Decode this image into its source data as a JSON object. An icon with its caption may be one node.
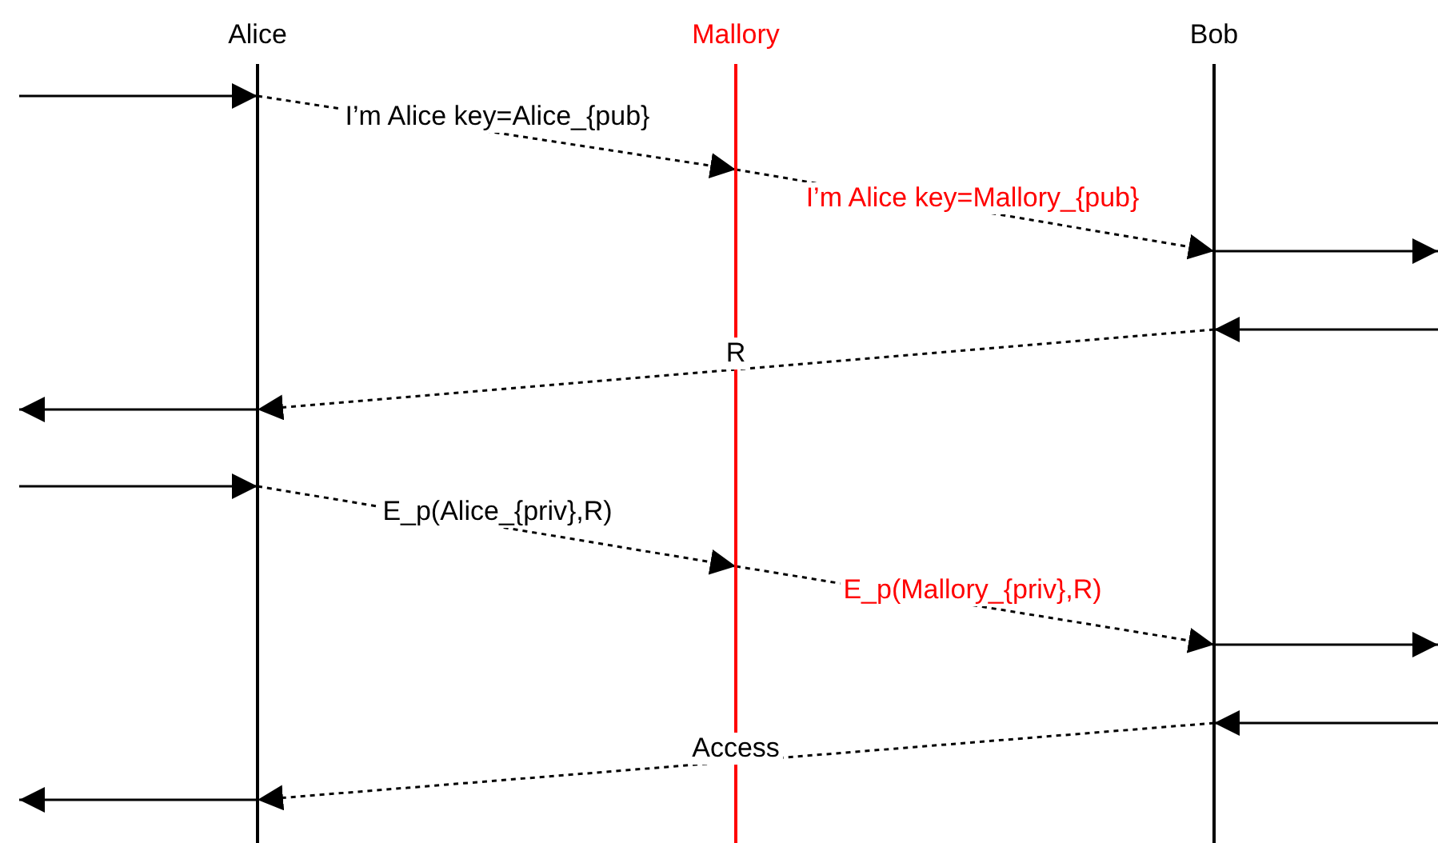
{
  "diagram": {
    "nodes": [
      {
        "text": [
          "Alice"
        ]
      },
      {
        "text": [
          "Mallory"
        ]
      },
      {
        "text": [
          "Bob"
        ]
      }
    ],
    "edges": [
      {
        "from": null,
        "to": 0,
        "arrow": "to"
      },
      {
        "from": 0,
        "to": 1,
        "arrow": "to",
        "style": "dashed",
        "label": "I’m Alice key=Alice_{pub}"
      },
      {
        "from": 1,
        "to": 2,
        "arrow": "to",
        "style": "dashed",
        "label": "I’m Alice key=Mallory_{pub}"
      },
      {
        "from": 2,
        "to": null,
        "arrow": "to"
      },
      {
        "from": null,
        "to": 2,
        "arrow": "to"
      },
      {
        "from": 2,
        "to": 0,
        "arrow": "to",
        "style": "dashed",
        "label": "R"
      },
      {
        "from": 0,
        "to": null,
        "arrow": "to"
      },
      {
        "from": null,
        "to": 0,
        "arrow": "to"
      },
      {
        "from": 0,
        "to": 1,
        "arrow": "to",
        "style": "dashed",
        "label": "E_p(Alice_{priv},R)"
      },
      {
        "from": 1,
        "to": 2,
        "arrow": "to",
        "style": "dashed",
        "label": "E_p(Mallory_{priv},R)"
      },
      {
        "from": 2,
        "to": null,
        "arrow": "to"
      },
      {
        "from": null,
        "to": 2,
        "arrow": "to"
      },
      {
        "from": 2,
        "to": 0,
        "arrow": "to",
        "style": "dashed",
        "label": "Access"
      },
      {
        "from": 0,
        "to": null,
        "arrow": "to"
      }
    ]
  }
}
